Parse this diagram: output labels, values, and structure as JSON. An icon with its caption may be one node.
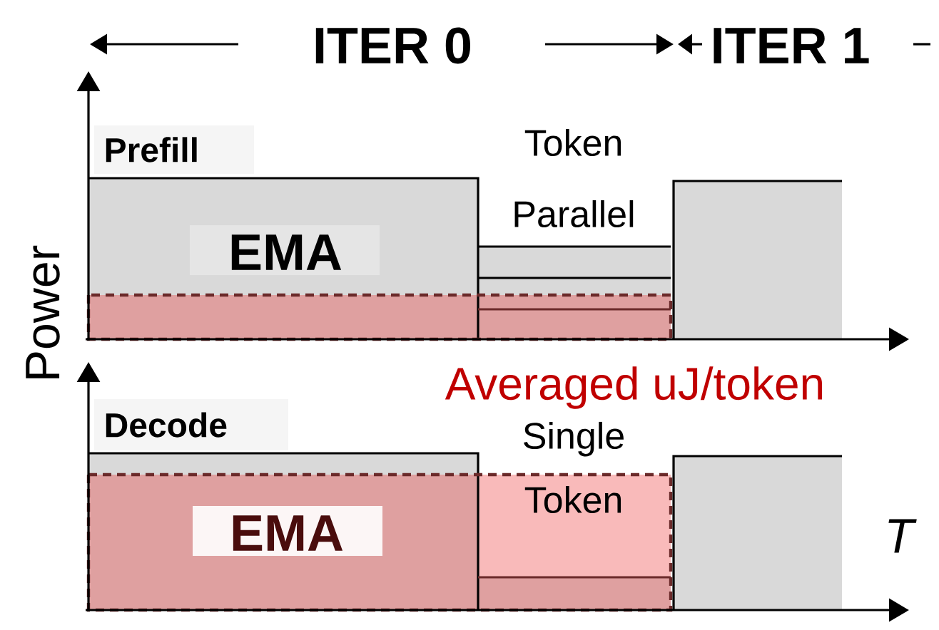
{
  "diagram": {
    "labels": [
      "ITER 0",
      "ITER 1",
      "Prefill",
      "Token Parallel",
      "EMA",
      "Power",
      "Averaged uJ/token",
      "Decode",
      "Single Token",
      "EMA",
      "T"
    ]
  }
}
